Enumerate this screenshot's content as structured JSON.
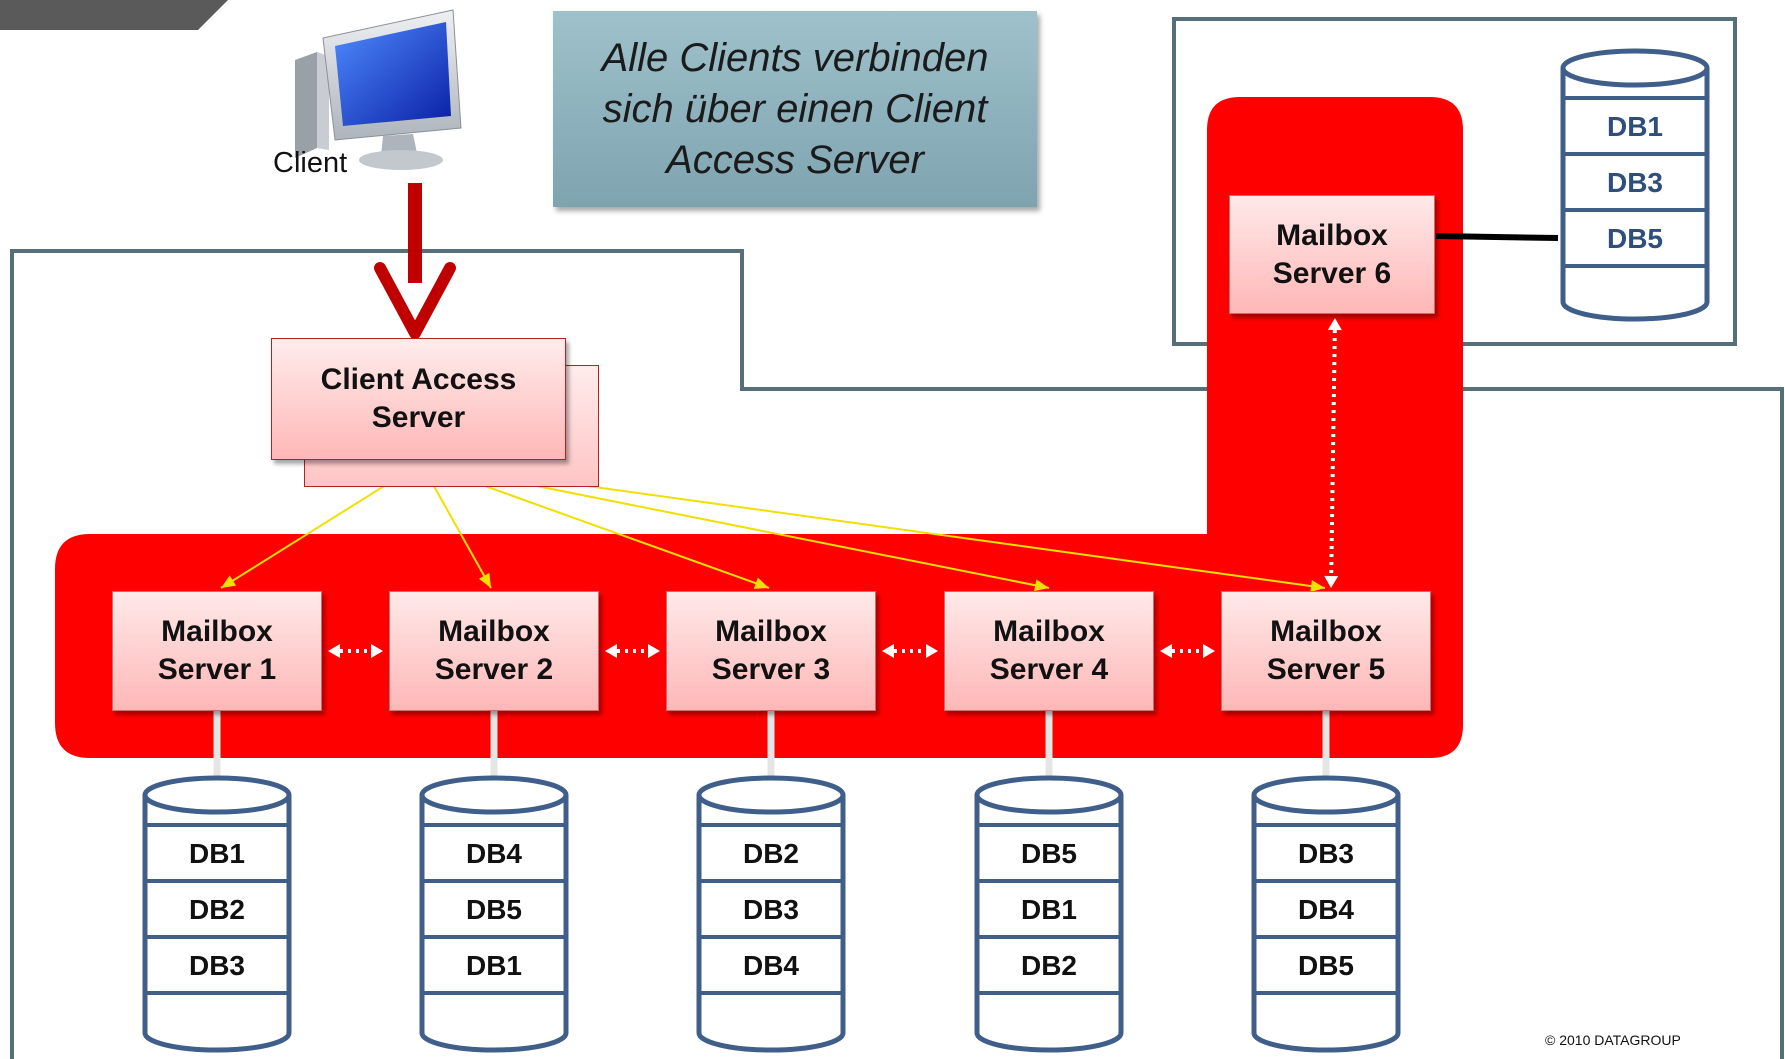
{
  "callout_text": "Alle Clients verbinden\nsich über einen Client\nAccess Server",
  "client_label": "Client",
  "cas_label": "Client Access\nServer",
  "mailbox_servers": [
    {
      "label": "Mailbox\nServer 1",
      "dbs": [
        "DB1",
        "DB2",
        "DB3"
      ]
    },
    {
      "label": "Mailbox\nServer 2",
      "dbs": [
        "DB4",
        "DB5",
        "DB1"
      ]
    },
    {
      "label": "Mailbox\nServer 3",
      "dbs": [
        "DB2",
        "DB3",
        "DB4"
      ]
    },
    {
      "label": "Mailbox\nServer 4",
      "dbs": [
        "DB5",
        "DB1",
        "DB2"
      ]
    },
    {
      "label": "Mailbox\nServer 5",
      "dbs": [
        "DB3",
        "DB4",
        "DB5"
      ]
    }
  ],
  "remote_server": {
    "label": "Mailbox\nServer 6",
    "dbs": [
      "DB1",
      "DB3",
      "DB5"
    ]
  },
  "copyright": "© 2010 DATAGROUP",
  "colors": {
    "dag_red": "#ff0000",
    "arrow_red": "#c00000",
    "yellow_link": "#f0e000",
    "db_outline": "#3f5f8a",
    "site_border": "#56707a"
  }
}
